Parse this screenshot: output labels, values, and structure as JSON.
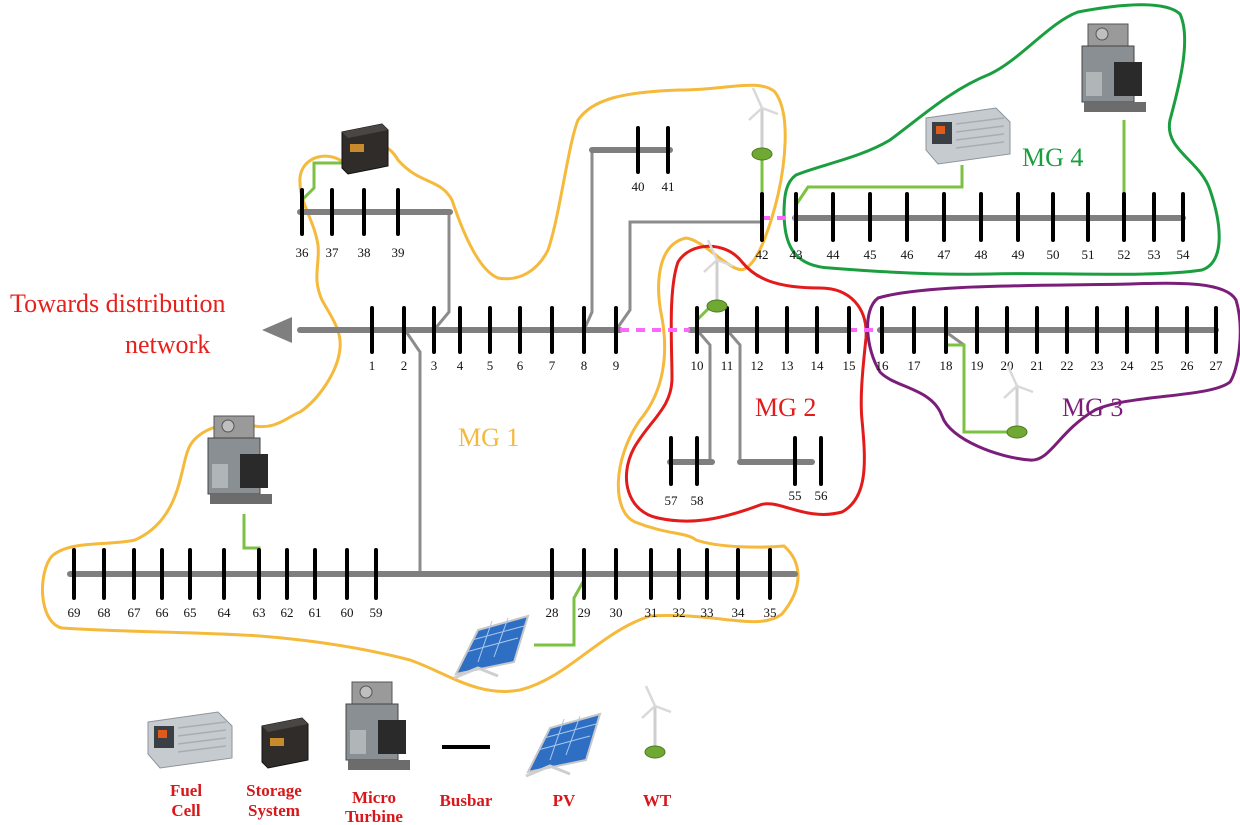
{
  "towards_label": [
    "Towards distribution",
    "network"
  ],
  "microgrids": [
    {
      "id": "mg1",
      "label": "MG 1",
      "color": "#f5b93b"
    },
    {
      "id": "mg2",
      "label": "MG 2",
      "color": "#e31b1b"
    },
    {
      "id": "mg3",
      "label": "MG 3",
      "color": "#7b1e7a"
    },
    {
      "id": "mg4",
      "label": "MG 4",
      "color": "#1a9e3f"
    }
  ],
  "bus_numbers": {
    "main_feeder": [
      "1",
      "2",
      "3",
      "4",
      "5",
      "6",
      "7",
      "8",
      "9",
      "10",
      "11",
      "12",
      "13",
      "14",
      "15",
      "16",
      "17",
      "18",
      "19",
      "20",
      "21",
      "22",
      "23",
      "24",
      "25",
      "26",
      "27"
    ],
    "branch_36_39": [
      "36",
      "37",
      "38",
      "39"
    ],
    "branch_40_41": [
      "40",
      "41"
    ],
    "branch_42_54": [
      "42",
      "43",
      "44",
      "45",
      "46",
      "47",
      "48",
      "49",
      "50",
      "51",
      "52",
      "53",
      "54"
    ],
    "branch_57_58": [
      "57",
      "58"
    ],
    "branch_55_56": [
      "55",
      "56"
    ],
    "branch_69_59": [
      "69",
      "68",
      "67",
      "66",
      "65",
      "64",
      "63",
      "62",
      "61",
      "60",
      "59"
    ],
    "branch_28_35": [
      "28",
      "29",
      "30",
      "31",
      "32",
      "33",
      "34",
      "35"
    ]
  },
  "legend": [
    {
      "icon": "fuel-cell-icon",
      "lines": [
        "Fuel",
        "Cell"
      ]
    },
    {
      "icon": "storage-battery-icon",
      "lines": [
        "Storage",
        "System"
      ]
    },
    {
      "icon": "micro-turbine-icon",
      "lines": [
        "Micro",
        "Turbine"
      ]
    },
    {
      "icon": "busbar-icon",
      "lines": [
        "Busbar"
      ]
    },
    {
      "icon": "solar-panel-icon",
      "lines": [
        "PV"
      ]
    },
    {
      "icon": "wind-turbine-icon",
      "lines": [
        "WT"
      ]
    }
  ],
  "colors": {
    "busbar_line": "#7f7f7f",
    "bus_tick": "#000000",
    "tie_switch": "#ff66ff",
    "generator_link": "#7cc242",
    "label_red": "#e8201c"
  }
}
